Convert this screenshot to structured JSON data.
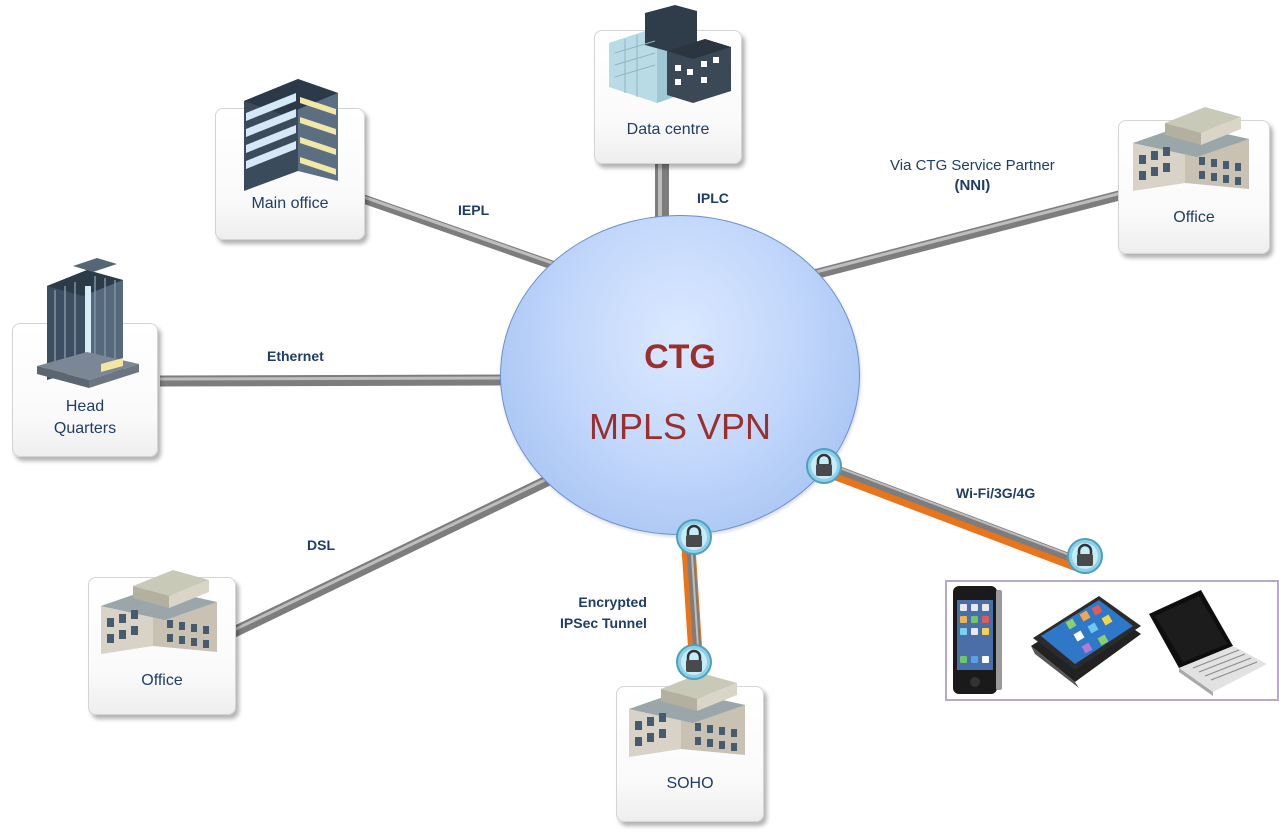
{
  "hub": {
    "title": "CTG",
    "subtitle": "MPLS VPN"
  },
  "nodes": {
    "main_office": "Main office",
    "data_centre": "Data centre",
    "office_right": "Office",
    "head_quarters_line1": "Head",
    "head_quarters_line2": "Quarters",
    "office_left": "Office",
    "soho": "SOHO"
  },
  "links": {
    "iepl": "IEPL",
    "iplc": "IPLC",
    "ethernet": "Ethernet",
    "dsl": "DSL",
    "partner_line1": "Via CTG Service Partner",
    "partner_line2": "(NNI)",
    "encrypted_line1": "Encrypted",
    "encrypted_line2": "IPSec Tunnel",
    "wireless": "Wi-Fi/3G/4G"
  },
  "colors": {
    "link_gray": "#8e8e8e",
    "tunnel_orange": "#e8741c",
    "hub_text": "#9b2f2f",
    "label_blue": "#1f3d66",
    "hub_fill": "#c2d7fb"
  },
  "icons": {
    "hub": "cloud-network",
    "lock": "padlock-icon",
    "devices": [
      "smartphone-icon",
      "tablet-icon",
      "laptop-icon"
    ]
  }
}
